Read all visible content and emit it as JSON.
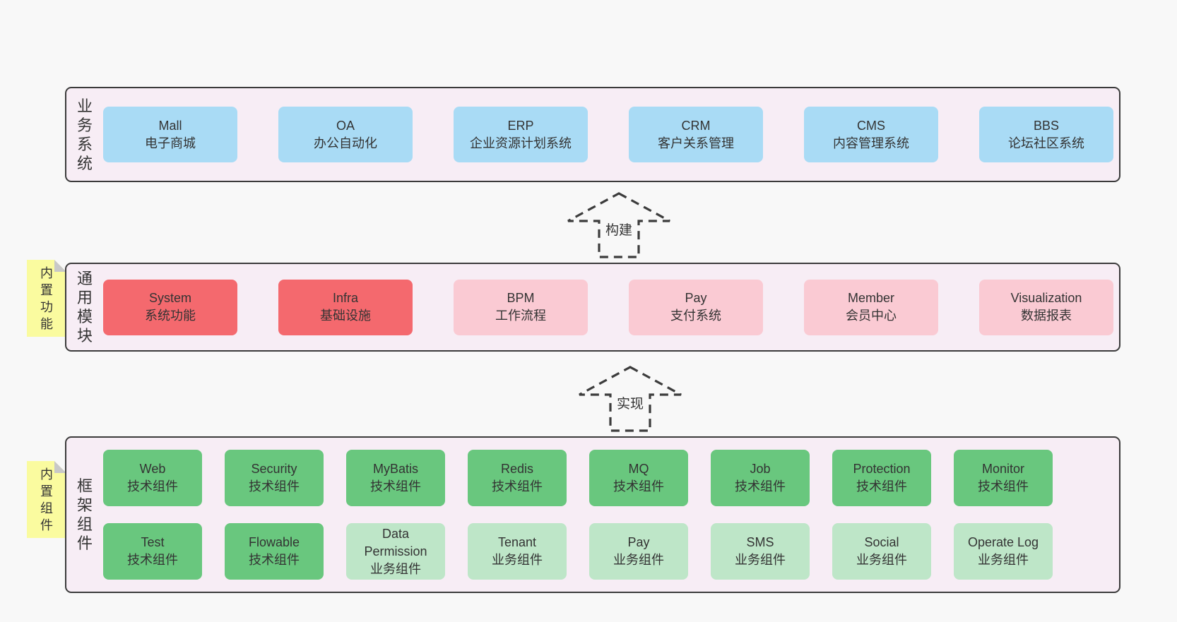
{
  "colors": {
    "page_bg": "#f8f8f8",
    "panel_bg": "#f7edf5",
    "panel_border": "#3b3b3b",
    "blue_box": "#a9dbf5",
    "red_box": "#f4696e",
    "pink_box": "#facad3",
    "green_box": "#69c77e",
    "light_green_box": "#bee6c8",
    "note_bg": "#fafb9f",
    "note_fold": "#c8c8c8",
    "text": "#333333"
  },
  "business_panel": {
    "label": "业务系统",
    "boxes": [
      {
        "title": "Mall",
        "subtitle": "电子商城"
      },
      {
        "title": "OA",
        "subtitle": "办公自动化"
      },
      {
        "title": "ERP",
        "subtitle": "企业资源计划系统"
      },
      {
        "title": "CRM",
        "subtitle": "客户关系管理"
      },
      {
        "title": "CMS",
        "subtitle": "内容管理系统"
      },
      {
        "title": "BBS",
        "subtitle": "论坛社区系统"
      }
    ]
  },
  "arrows": {
    "build": {
      "label": "构建"
    },
    "implement": {
      "label": "实现"
    }
  },
  "modules_panel": {
    "label": "通用模块",
    "note": "内置功能",
    "boxes": [
      {
        "title": "System",
        "subtitle": "系统功能"
      },
      {
        "title": "Infra",
        "subtitle": "基础设施"
      },
      {
        "title": "BPM",
        "subtitle": "工作流程"
      },
      {
        "title": "Pay",
        "subtitle": "支付系统"
      },
      {
        "title": "Member",
        "subtitle": "会员中心"
      },
      {
        "title": "Visualization",
        "subtitle": "数据报表"
      }
    ]
  },
  "components_panel": {
    "label": "框架组件",
    "note": "内置组件",
    "row1": [
      {
        "title": "Web",
        "subtitle": "技术组件"
      },
      {
        "title": "Security",
        "subtitle": "技术组件"
      },
      {
        "title": "MyBatis",
        "subtitle": "技术组件"
      },
      {
        "title": "Redis",
        "subtitle": "技术组件"
      },
      {
        "title": "MQ",
        "subtitle": "技术组件"
      },
      {
        "title": "Job",
        "subtitle": "技术组件"
      },
      {
        "title": "Protection",
        "subtitle": "技术组件"
      },
      {
        "title": "Monitor",
        "subtitle": "技术组件"
      }
    ],
    "row2": [
      {
        "title": "Test",
        "subtitle": "技术组件"
      },
      {
        "title": "Flowable",
        "subtitle": "技术组件"
      },
      {
        "title": "Data Permission",
        "subtitle": "业务组件"
      },
      {
        "title": "Tenant",
        "subtitle": "业务组件"
      },
      {
        "title": "Pay",
        "subtitle": "业务组件"
      },
      {
        "title": "SMS",
        "subtitle": "业务组件"
      },
      {
        "title": "Social",
        "subtitle": "业务组件"
      },
      {
        "title": "Operate Log",
        "subtitle": "业务组件"
      }
    ]
  }
}
